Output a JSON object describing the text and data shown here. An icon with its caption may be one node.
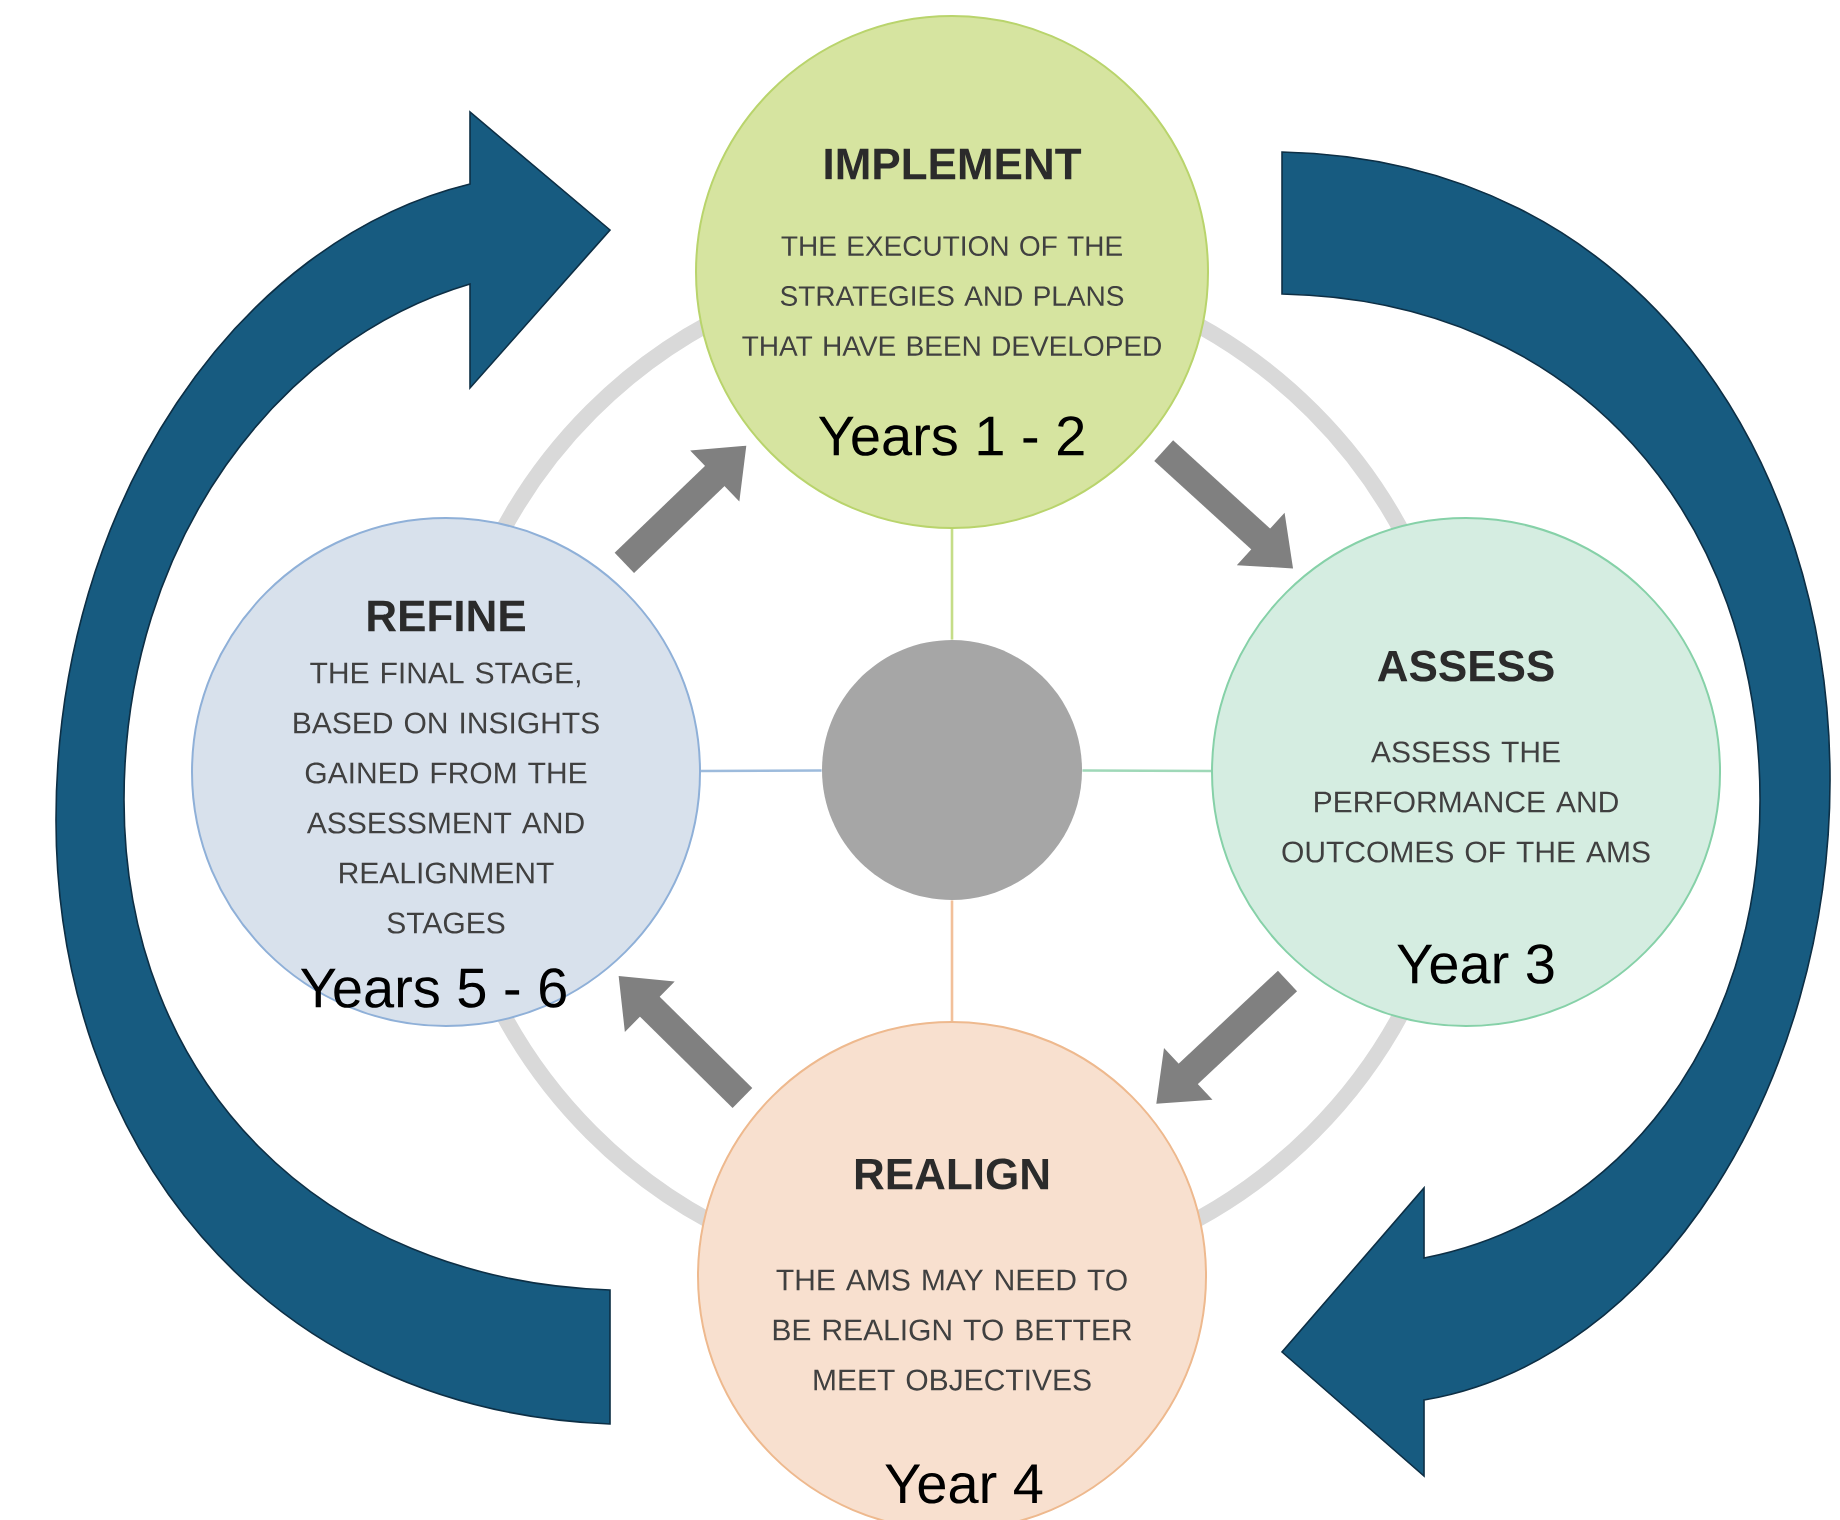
{
  "diagram": {
    "nodes": [
      {
        "text": [
          "IMPLEMENT",
          "THE EXECUTION OF THE STRATEGIES AND PLANS THAT HAVE BEEN DEVELOPED",
          "Years 1 - 2"
        ]
      },
      {
        "text": [
          "ASSESS",
          "ASSESS THE PERFORMANCE AND OUTCOMES OF THE AMS",
          "Year 3"
        ]
      },
      {
        "text": [
          "REALIGN",
          "THE AMS MAY NEED TO BE REALIGN TO BETTER MEET OBJECTIVES",
          "Year 4"
        ]
      },
      {
        "text": [
          "REFINE",
          "THE FINAL STAGE, BASED ON INSIGHTS GAINED FROM THE ASSESSMENT AND REALIGNMENT STAGES",
          "Years 5 - 6"
        ]
      },
      {
        "text": [],
        "shape": "circle"
      }
    ],
    "edges": [
      {
        "from": 0,
        "to": 1,
        "arrow": "to",
        "style": "thick"
      },
      {
        "from": 1,
        "to": 2,
        "arrow": "to",
        "style": "thick"
      },
      {
        "from": 2,
        "to": 3,
        "arrow": "to",
        "style": "thick"
      },
      {
        "from": 3,
        "to": 0,
        "arrow": "to",
        "style": "thick"
      },
      {
        "from": 4,
        "to": 0,
        "arrow": "none",
        "color": "#c5dd88"
      },
      {
        "from": 4,
        "to": 1,
        "arrow": "none",
        "color": "#9fd8b8"
      },
      {
        "from": 4,
        "to": 2,
        "arrow": "none",
        "color": "#f2c09a"
      },
      {
        "from": 4,
        "to": 3,
        "arrow": "none",
        "color": "#9dbbdc"
      },
      {
        "from": 2,
        "to": 0,
        "arrow": "to",
        "style": "thick",
        "color": "#175b80"
      },
      {
        "from": 0,
        "to": 2,
        "arrow": "to",
        "style": "thick",
        "color": "#175b80"
      }
    ]
  }
}
